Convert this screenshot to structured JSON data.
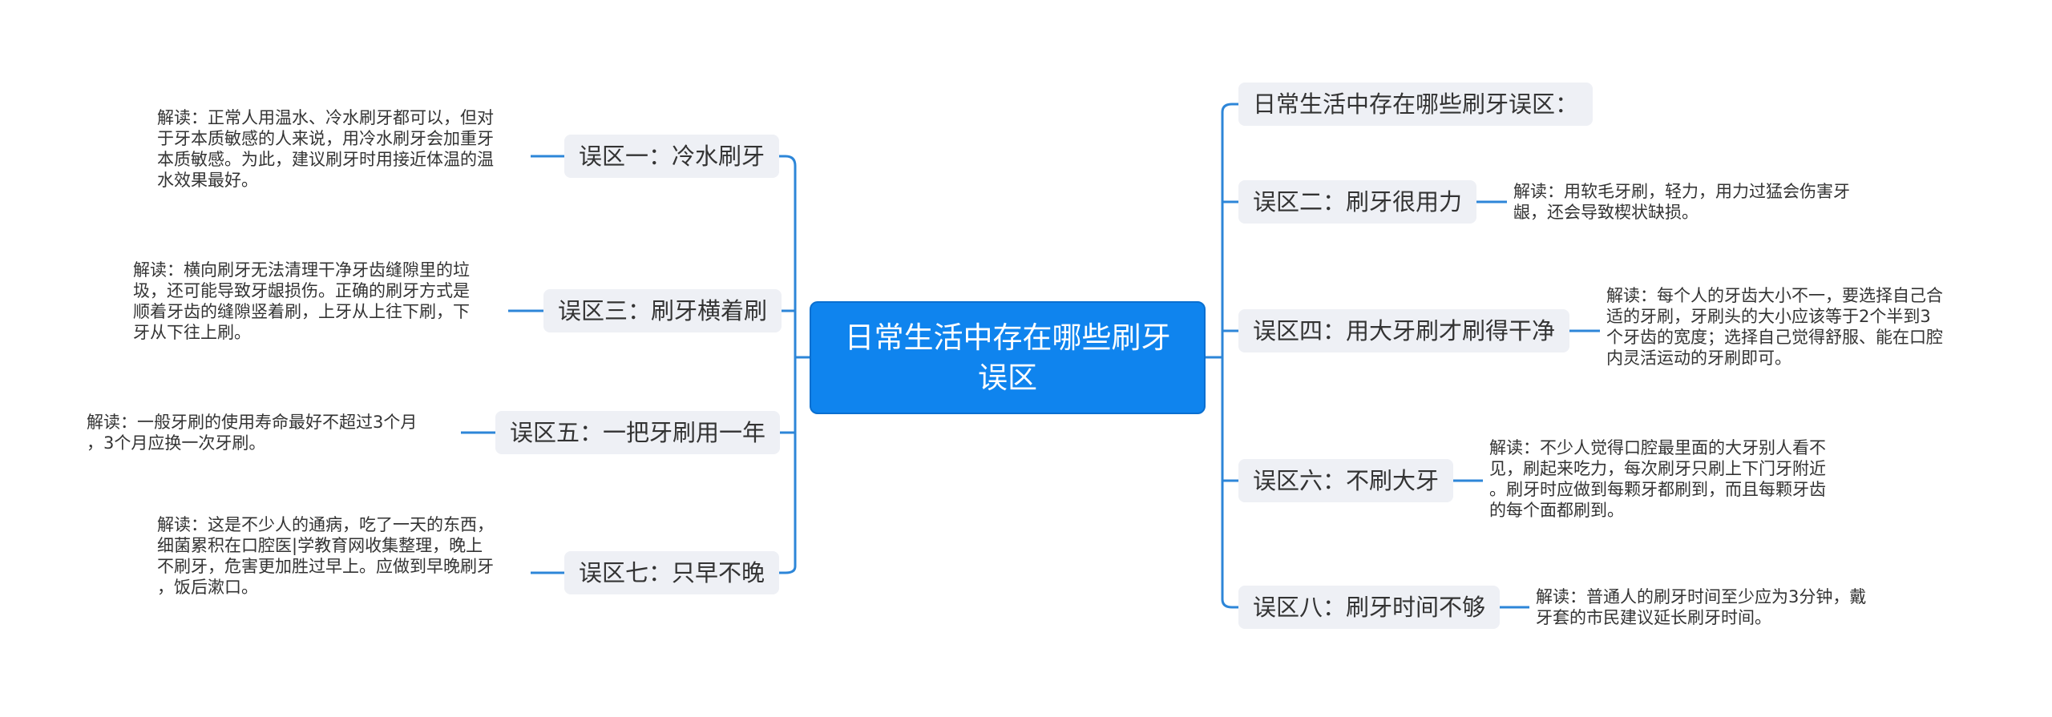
{
  "center": "日常生活中存在哪些刷牙误区",
  "right_header": "日常生活中存在哪些刷牙误区：",
  "left": [
    {
      "label": "误区一：冷水刷牙",
      "note": "解读：正常人用温水、冷水刷牙都可以，但对\n于牙本质敏感的人来说，用冷水刷牙会加重牙\n本质敏感。为此，建议刷牙时用接近体温的温\n水效果最好。"
    },
    {
      "label": "误区三：刷牙横着刷",
      "note": "解读：横向刷牙无法清理干净牙齿缝隙里的垃\n圾，还可能导致牙龈损伤。正确的刷牙方式是\n顺着牙齿的缝隙竖着刷，上牙从上往下刷，下\n牙从下往上刷。"
    },
    {
      "label": "误区五：一把牙刷用一年",
      "note": "解读：一般牙刷的使用寿命最好不超过3个月\n，3个月应换一次牙刷。"
    },
    {
      "label": "误区七：只早不晚",
      "note": "解读：这是不少人的通病，吃了一天的东西，\n细菌累积在口腔医|学教育网收集整理，晚上\n不刷牙，危害更加胜过早上。应做到早晚刷牙\n，饭后漱口。"
    }
  ],
  "right": [
    {
      "label": "误区二：刷牙很用力",
      "note": "解读：用软毛牙刷，轻力，用力过猛会伤害牙\n龈，还会导致楔状缺损。"
    },
    {
      "label": "误区四：用大牙刷才刷得干净",
      "note": "解读：每个人的牙齿大小不一，要选择自己合\n适的牙刷，牙刷头的大小应该等于2个半到3\n个牙齿的宽度；选择自己觉得舒服、能在口腔\n内灵活运动的牙刷即可。"
    },
    {
      "label": "误区六：不刷大牙",
      "note": "解读：不少人觉得口腔最里面的大牙别人看不\n见，刷起来吃力，每次刷牙只刷上下门牙附近\n。刷牙时应做到每颗牙都刷到，而且每颗牙齿\n的每个面都刷到。"
    },
    {
      "label": "误区八：刷牙时间不够",
      "note": "解读：普通人的刷牙时间至少应为3分钟，戴\n牙套的市民建议延长刷牙时间。"
    }
  ],
  "colors": {
    "accent": "#0f84ee",
    "node_bg": "#eef0f5",
    "line": "#2d86d8"
  }
}
